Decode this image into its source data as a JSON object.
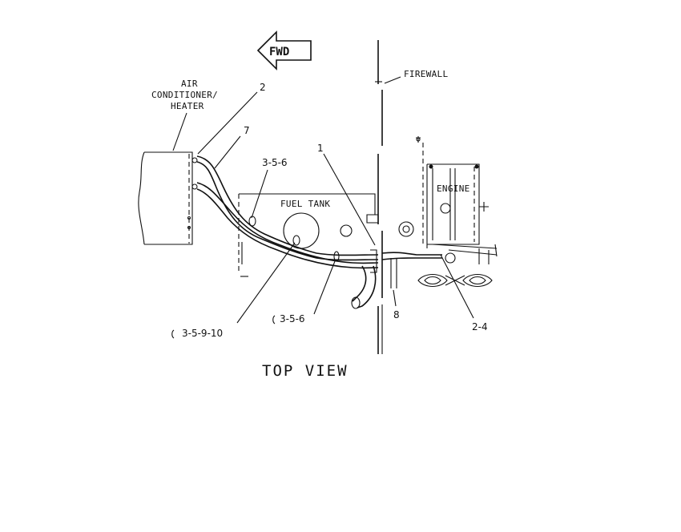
{
  "labels": {
    "fwd": "FWD",
    "firewall": "FIREWALL",
    "ac_line1": "AIR",
    "ac_line2": "CONDITIONER/",
    "ac_line3": "HEATER",
    "fuel_tank": "FUEL TANK",
    "engine": "ENGINE",
    "top_view": "TOP VIEW"
  },
  "callouts": {
    "c_2": "2",
    "c_7": "7",
    "c_1": "1",
    "c_356_top": "3-5-6",
    "c_356_bottom": "3-5-6",
    "c_35910": "3-5-9-10",
    "c_8": "8",
    "c_24": "2-4"
  },
  "colors": {
    "ink": "#111111",
    "background": "#ffffff"
  }
}
